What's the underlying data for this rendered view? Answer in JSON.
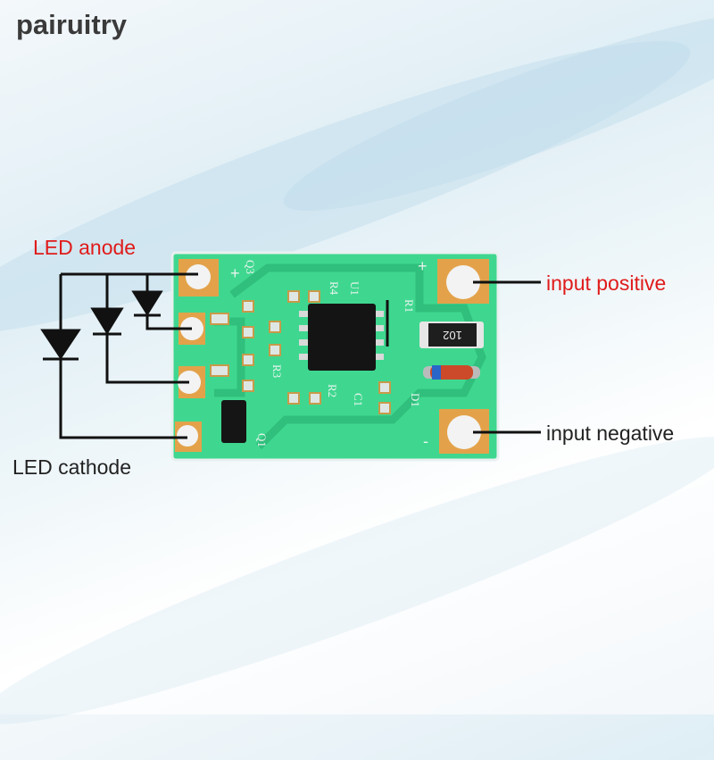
{
  "brand": "pairuitry",
  "labels": {
    "led_anode": "LED anode",
    "led_cathode": "LED cathode",
    "input_positive": "input positive",
    "input_negative": "input negative"
  },
  "silkscreen": [
    "Q3",
    "R4",
    "U1",
    "R1",
    "102",
    "R3",
    "R2",
    "C1",
    "D1",
    "Q1",
    "+",
    "+",
    "-"
  ],
  "colors": {
    "accent_red": "#e01b1b",
    "pcb_green": "#3fd78f",
    "text_dark": "#222222"
  }
}
